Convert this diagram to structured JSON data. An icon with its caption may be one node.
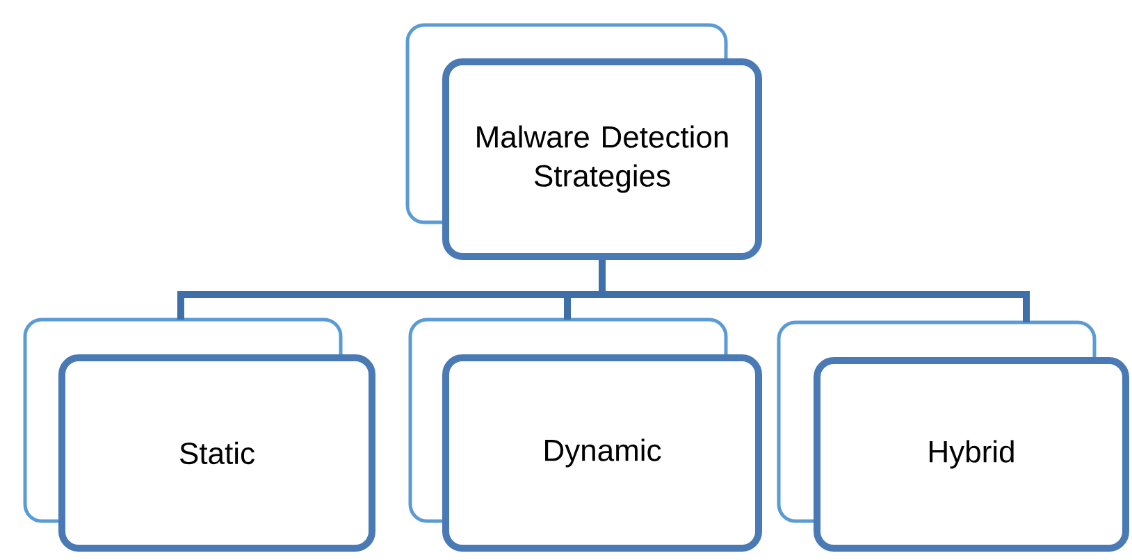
{
  "diagram": {
    "nodes": [
      {
        "text": [
          "Malware Detection Strategies"
        ]
      },
      {
        "text": [
          "Static"
        ]
      },
      {
        "text": [
          "Dynamic"
        ]
      },
      {
        "text": [
          "Hybrid"
        ]
      }
    ],
    "edges": [
      {
        "from": 0,
        "to": 1,
        "arrow": "none"
      },
      {
        "from": 0,
        "to": 2,
        "arrow": "none"
      },
      {
        "from": 0,
        "to": 3,
        "arrow": "none"
      }
    ]
  }
}
